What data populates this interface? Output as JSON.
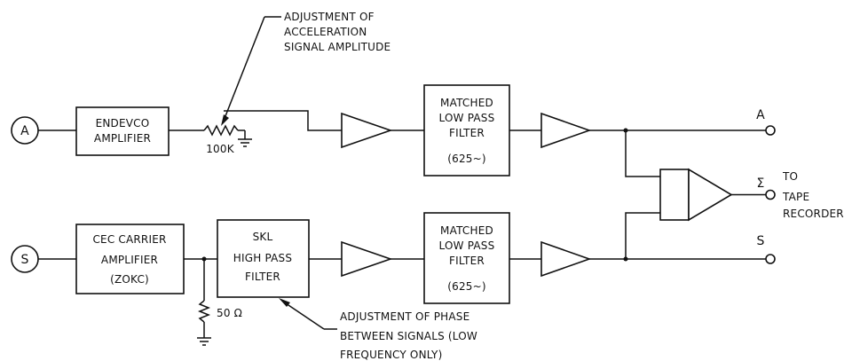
{
  "diagram": {
    "inputs": {
      "a": "A",
      "s": "S"
    },
    "blocks": {
      "endevco": [
        "ENDEVCO",
        "AMPLIFIER"
      ],
      "cec": [
        "CEC CARRIER",
        "AMPLIFIER",
        "(ZOKC)"
      ],
      "skl": [
        "SKL",
        "HIGH PASS",
        "FILTER"
      ],
      "lpf_top": [
        "MATCHED",
        "LOW PASS",
        "FILTER",
        "(625~)"
      ],
      "lpf_bottom": [
        "MATCHED",
        "LOW PASS",
        "FILTER",
        "(625~)"
      ]
    },
    "components": {
      "pot_value": "100K",
      "resistor_value": "50 Ω"
    },
    "annotations": {
      "acceleration": [
        "ADJUSTMENT OF",
        "ACCELERATION",
        "SIGNAL AMPLITUDE"
      ],
      "phase": [
        "ADJUSTMENT OF PHASE",
        "BETWEEN SIGNALS (LOW",
        "FREQUENCY ONLY)"
      ]
    },
    "outputs": {
      "a": "A",
      "sum": "Σ",
      "s": "S",
      "destination": [
        "TO",
        "TAPE",
        "RECORDER"
      ]
    }
  }
}
